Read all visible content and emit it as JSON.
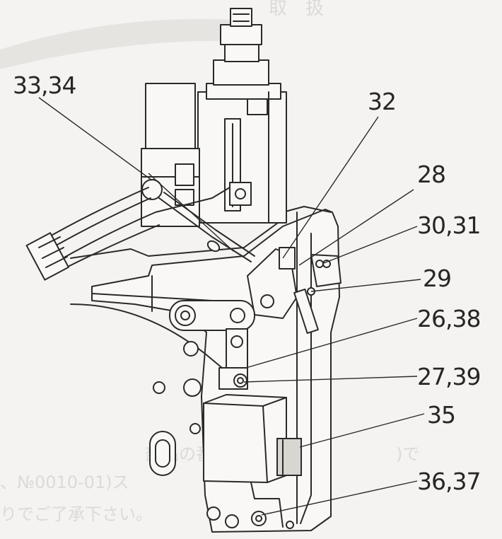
{
  "callouts": [
    {
      "id": "c-33-34",
      "label": "33,34"
    },
    {
      "id": "c-32",
      "label": "32"
    },
    {
      "id": "c-28",
      "label": "28"
    },
    {
      "id": "c-30-31",
      "label": "30,31"
    },
    {
      "id": "c-29",
      "label": "29"
    },
    {
      "id": "c-26-38",
      "label": "26,38"
    },
    {
      "id": "c-27-39",
      "label": "27,39"
    },
    {
      "id": "c-35",
      "label": "35"
    },
    {
      "id": "c-36-37",
      "label": "36,37"
    }
  ],
  "bleed_text": {
    "header": "取　扱",
    "line_a": "部品の番号(",
    "line_b": "、№0010-01)ス",
    "line_c": "りでご了承下さい。"
  },
  "colors": {
    "ink": "#2a2a2a",
    "paper": "#f4f3f1",
    "bleed": "#c9c6c2"
  }
}
